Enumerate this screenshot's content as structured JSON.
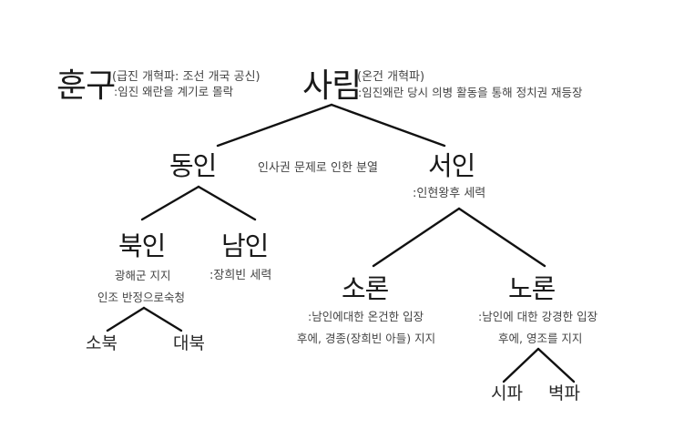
{
  "diagram": {
    "type": "tree",
    "background": "#ffffff",
    "line_color": "#111111",
    "nodes": {
      "hungu": {
        "label": "훈구",
        "note1": "(급진 개혁파: 조선 개국 공신)",
        "note2": ":임진 왜란을 계기로 몰락"
      },
      "sarim": {
        "label": "사림",
        "note1": "(온건 개혁파)",
        "note2": ":임진왜란 당시 의병 활동을 통해 정치권 재등장"
      },
      "split_reason": "인사권 문제로 인한 분열",
      "dongin": {
        "label": "동인"
      },
      "seoin": {
        "label": "서인",
        "note": ":인현왕후 세력"
      },
      "bugin": {
        "label": "북인",
        "note1": "광해군 지지",
        "note2": "인조 반정으로숙청"
      },
      "namin": {
        "label": "남인",
        "note": ":장희빈 세력"
      },
      "sobuk": {
        "label": "소북"
      },
      "daebuk": {
        "label": "대북"
      },
      "soron": {
        "label": "소론",
        "note1": ":남인에대한 온건한 입장",
        "note2": "후에, 경종(장희빈 아들) 지지"
      },
      "noron": {
        "label": "노론",
        "note1": ":남인에 대한 강경한 입장",
        "note2": "후에, 영조를 지지"
      },
      "sipa": {
        "label": "시파"
      },
      "byeokpa": {
        "label": "벽파"
      }
    },
    "edges": [
      [
        "사림",
        "동인"
      ],
      [
        "사림",
        "서인"
      ],
      [
        "동인",
        "북인"
      ],
      [
        "동인",
        "남인"
      ],
      [
        "북인",
        "소북"
      ],
      [
        "북인",
        "대북"
      ],
      [
        "서인",
        "소론"
      ],
      [
        "서인",
        "노론"
      ],
      [
        "노론",
        "시파"
      ],
      [
        "노론",
        "벽파"
      ]
    ]
  }
}
